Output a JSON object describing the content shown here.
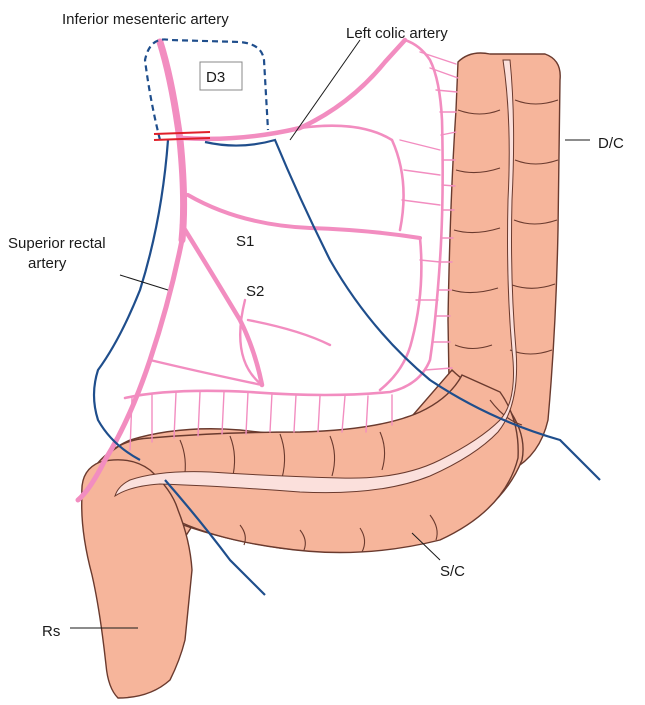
{
  "labels": {
    "ima": "Inferior mesenteric artery",
    "lca": "Left colic artery",
    "d3": "D3",
    "dc": "D/C",
    "sra_line1": "Superior rectal",
    "sra_line2": "artery",
    "s1": "S1",
    "s2": "S2",
    "sc": "S/C",
    "rs": "Rs"
  },
  "colors": {
    "colon_fill": "#f6b59b",
    "colon_stroke": "#6a3a2e",
    "mucosa": "#fbe0dc",
    "artery": "#f28dc0",
    "dissection_line": "#1f4e8c",
    "ligation": "#e0202a",
    "label_text": "#1a1a1a"
  }
}
